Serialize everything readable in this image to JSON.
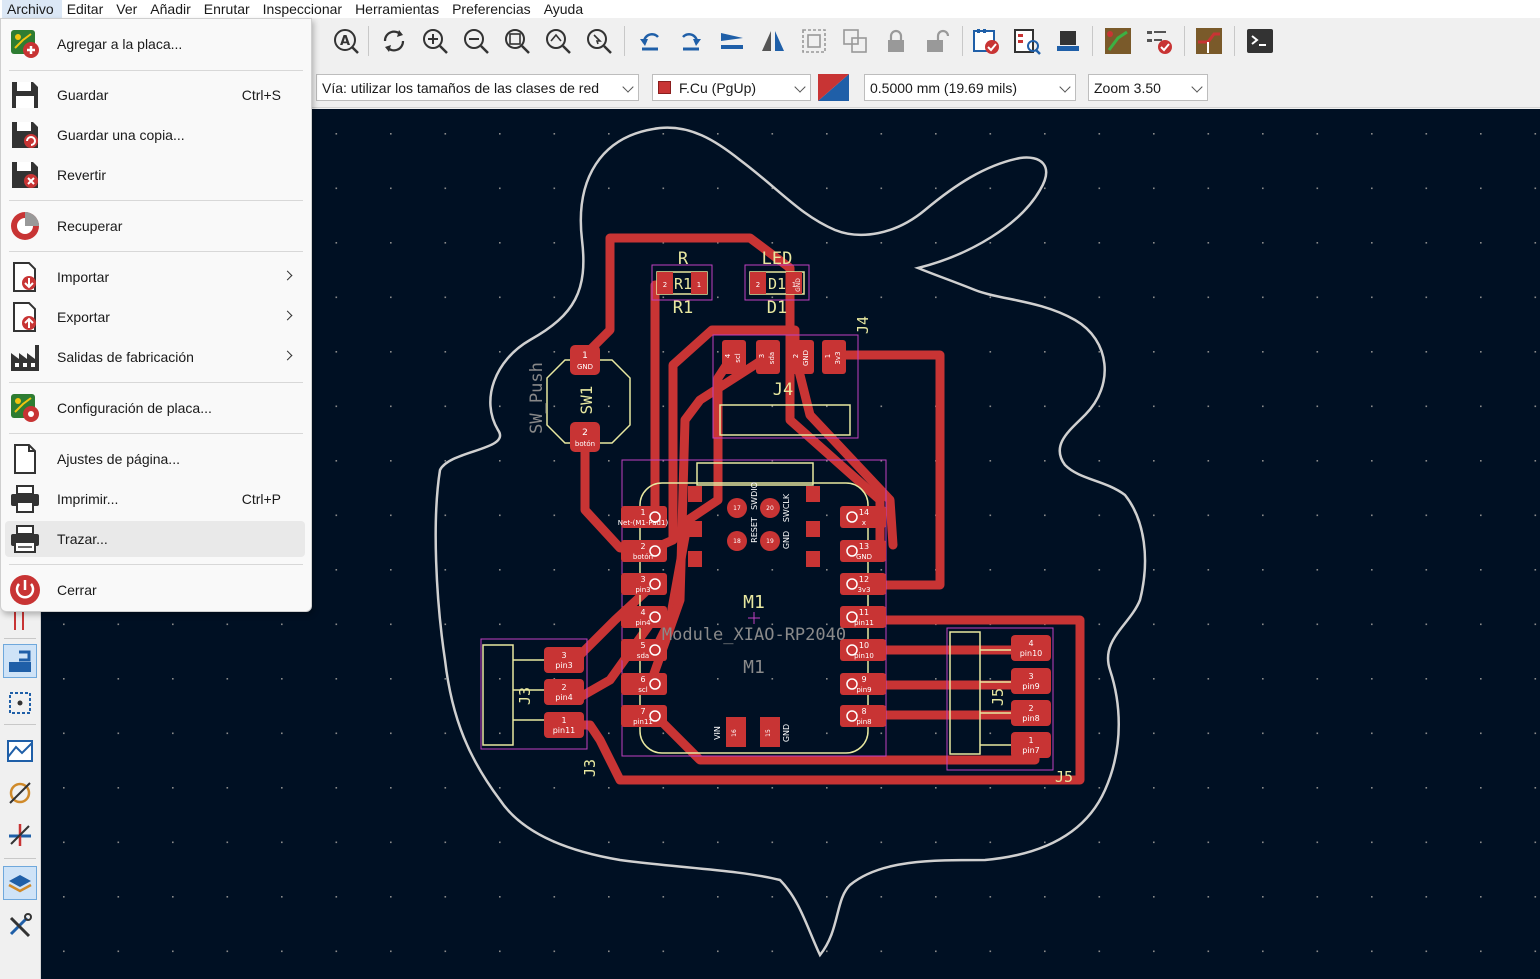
{
  "menubar": {
    "items": [
      "Archivo",
      "Editar",
      "Ver",
      "Añadir",
      "Enrutar",
      "Inspeccionar",
      "Herramientas",
      "Preferencias",
      "Ayuda"
    ]
  },
  "file_menu": {
    "add_to_board": "Agregar a la placa...",
    "save": "Guardar",
    "save_shortcut": "Ctrl+S",
    "save_copy": "Guardar una copia...",
    "revert": "Revertir",
    "recover": "Recuperar",
    "import": "Importar",
    "export": "Exportar",
    "fab_outputs": "Salidas de fabricación",
    "board_setup": "Configuración de placa...",
    "page_settings": "Ajustes de página...",
    "print": "Imprimir...",
    "print_shortcut": "Ctrl+P",
    "plot": "Trazar...",
    "close": "Cerrar"
  },
  "toolbar2": {
    "via_size": "Vía: utilizar los tamaños de las clases de red",
    "layer": "F.Cu (PgUp)",
    "track_width": "0.5000 mm (19.69 mils)",
    "zoom": "Zoom 3.50"
  },
  "colors": {
    "canvas_bg": "#001023",
    "copper": "#c83434",
    "outline": "#d0d0d0",
    "silkscreen": "#e8e8a0",
    "courtyard": "#c040c0"
  },
  "pcb": {
    "r1_ref": "R",
    "r1_val": "R1",
    "r1_val2": "R1",
    "r1_pad1": "1",
    "r1_pad2": "2",
    "d1_ref": "LED",
    "d1_val": "D1",
    "d1_val2": "D1",
    "d1_pad1": "1",
    "d1_pad2": "2",
    "d1_net": "GND",
    "j4_ref": "J4",
    "j4_val": "J4",
    "j4_pads": [
      "4",
      "3",
      "2",
      "1"
    ],
    "j4_nets": [
      "scl",
      "sda",
      "GND",
      "3v3"
    ],
    "sw_ref": "SW1",
    "sw_val": "SW_Push",
    "sw_pad1": "1",
    "sw_net1": "GND",
    "sw_pad2": "2",
    "sw_net2": "botón",
    "m1_ref": "M1",
    "m1_val": "Module_XIAO-RP2040",
    "m1_ref2": "M1",
    "m1_left_pads": [
      "1",
      "2",
      "3",
      "4",
      "5",
      "6",
      "7"
    ],
    "m1_left_nets": [
      "Net-(M1-Pad1)",
      "botón",
      "pin3",
      "pin4",
      "sda",
      "scl",
      "pin11"
    ],
    "m1_right_pads": [
      "14",
      "13",
      "12",
      "11",
      "10",
      "9",
      "8"
    ],
    "m1_right_nets": [
      "x",
      "GND",
      "3v3",
      "pin11",
      "pin10",
      "pin9",
      "pin8"
    ],
    "m1_inner_pads": [
      "17",
      "18",
      "19",
      "20"
    ],
    "m1_swd": [
      "RESET",
      "SWDIO",
      "GND",
      "SWCLK"
    ],
    "m1_bottom_pads": [
      "16",
      "15"
    ],
    "m1_bottom_labels": [
      "VIN",
      "GND"
    ],
    "j3_ref": "J3",
    "j3_val": "J3",
    "j3_pads": [
      "3",
      "2",
      "1"
    ],
    "j3_nets": [
      "pin3",
      "pin4",
      "pin11"
    ],
    "j5_ref": "J5",
    "j5_val": "J5",
    "j5_pads": [
      "4",
      "3",
      "2",
      "1"
    ],
    "j5_nets": [
      "pin10",
      "pin9",
      "pin8",
      "pin7"
    ]
  }
}
